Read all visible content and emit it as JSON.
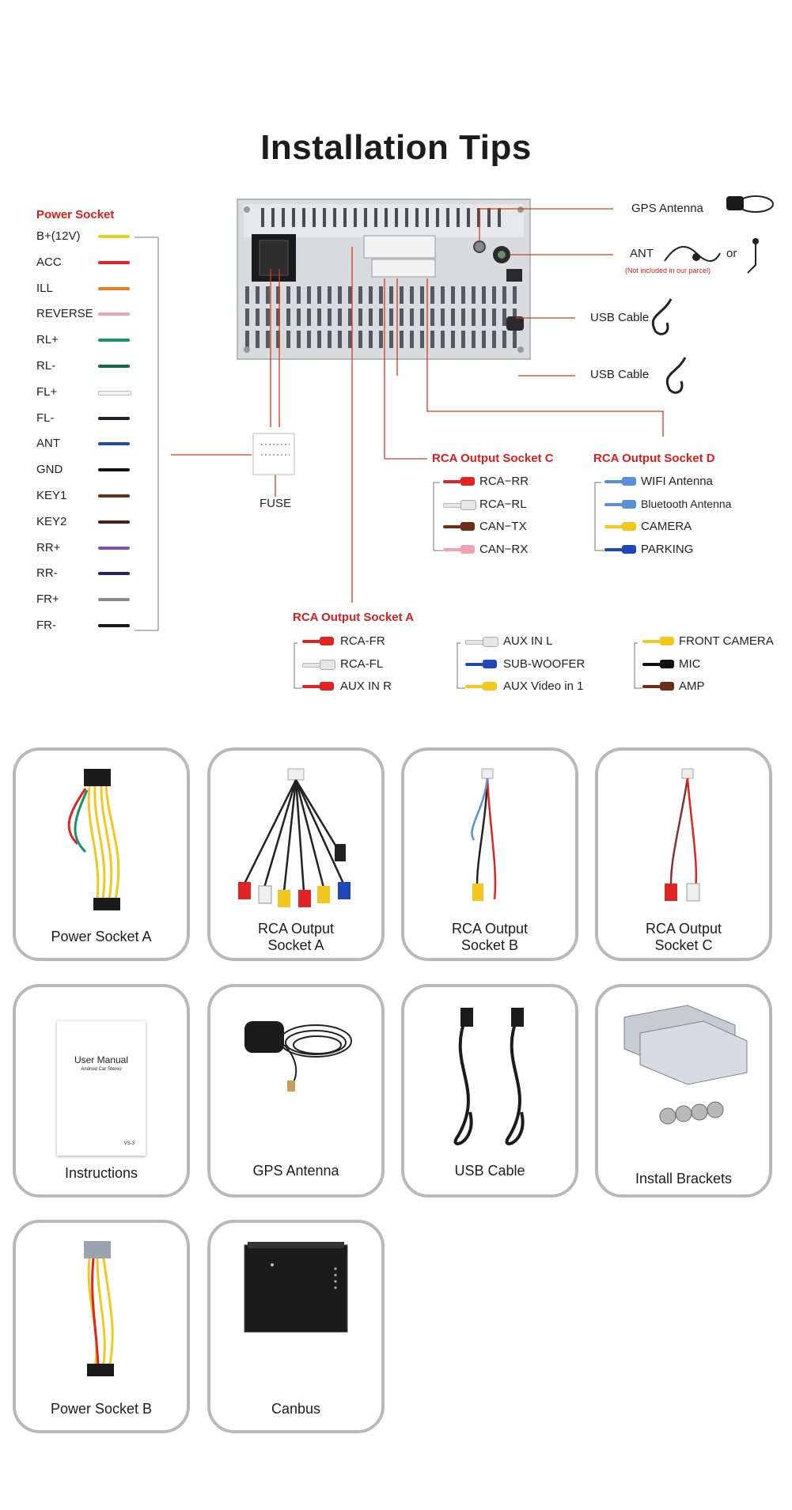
{
  "title": "Installation Tips",
  "power_socket": {
    "heading": "Power Socket",
    "pins": [
      {
        "label": "B+(12V)",
        "color": "#f2c81e"
      },
      {
        "label": "ACC",
        "color": "#e02424"
      },
      {
        "label": "ILL",
        "color": "#f07a1c"
      },
      {
        "label": "REVERSE",
        "color": "#f4a0b4"
      },
      {
        "label": "RL+",
        "color": "#14936a"
      },
      {
        "label": "RL-",
        "color": "#0a6e4c"
      },
      {
        "label": "FL+",
        "color": "#f4f4f4"
      },
      {
        "label": "FL-",
        "color": "#222222"
      },
      {
        "label": "ANT",
        "color": "#1f47b8"
      },
      {
        "label": "GND",
        "color": "#111111"
      },
      {
        "label": "KEY1",
        "color": "#6b2e1a"
      },
      {
        "label": "KEY2",
        "color": "#4a1f12"
      },
      {
        "label": "RR+",
        "color": "#7a50b8"
      },
      {
        "label": "RR-",
        "color": "#2a1f6e"
      },
      {
        "label": "FR+",
        "color": "#8a8a8a"
      },
      {
        "label": "FR-",
        "color": "#1a1a1a"
      }
    ]
  },
  "fuse_label": "FUSE",
  "antenna": {
    "gps": "GPS Antenna",
    "ant": "ANT",
    "ant_note": "(Not included in our parcel)",
    "or": "or"
  },
  "usb_labels": [
    "USB Cable",
    "USB Cable"
  ],
  "socket_c": {
    "heading": "RCA Output Socket C",
    "items": [
      {
        "label": "RCA−RR",
        "color": "#e02424"
      },
      {
        "label": "RCA−RL",
        "color": "#e6e6e6"
      },
      {
        "label": "CAN−TX",
        "color": "#6b2e1a"
      },
      {
        "label": "CAN−RX",
        "color": "#f4a0b4"
      }
    ]
  },
  "socket_d": {
    "heading": "RCA Output Socket D",
    "items": [
      {
        "label": "WIFI Antenna",
        "color": "#5a8fd8"
      },
      {
        "label": "Bluetooth Antenna",
        "color": "#5a8fd8"
      },
      {
        "label": "CAMERA",
        "color": "#f2c81e"
      },
      {
        "label": "PARKING",
        "color": "#1f47b8"
      }
    ]
  },
  "socket_a": {
    "heading": "RCA Output Socket A",
    "columns": [
      [
        {
          "label": "RCA-FR",
          "color": "#e02424"
        },
        {
          "label": "RCA-FL",
          "color": "#e6e6e6"
        },
        {
          "label": "AUX IN R",
          "color": "#e02424"
        }
      ],
      [
        {
          "label": "AUX IN L",
          "color": "#e6e6e6"
        },
        {
          "label": "SUB-WOOFER",
          "color": "#1f47b8"
        },
        {
          "label": "AUX Video in 1",
          "color": "#f2c81e"
        }
      ],
      [
        {
          "label": "FRONT CAMERA",
          "color": "#f2c81e"
        },
        {
          "label": "MIC",
          "color": "#111111"
        },
        {
          "label": "AMP",
          "color": "#6b2e1a"
        }
      ]
    ]
  },
  "accessories": [
    {
      "label": "Power Socket A",
      "icon": "power-harness-icon"
    },
    {
      "label": "RCA Output Socket A",
      "icon": "rca-harness-a-icon"
    },
    {
      "label": "RCA Output Socket B",
      "icon": "rca-harness-b-icon"
    },
    {
      "label": "RCA Output Socket C",
      "icon": "rca-harness-c-icon"
    },
    {
      "label": "Instructions",
      "icon": "user-manual-icon",
      "manual_title": "User Manual",
      "manual_sub": "Android Car Stereo",
      "manual_code": "VS-3"
    },
    {
      "label": "GPS Antenna",
      "icon": "gps-antenna-icon"
    },
    {
      "label": "USB Cable",
      "icon": "usb-cable-icon"
    },
    {
      "label": "Install  Brackets",
      "icon": "bracket-icon"
    },
    {
      "label": "Power Socket B",
      "icon": "power-harness-b-icon"
    },
    {
      "label": "Canbus",
      "icon": "canbus-box-icon"
    }
  ]
}
